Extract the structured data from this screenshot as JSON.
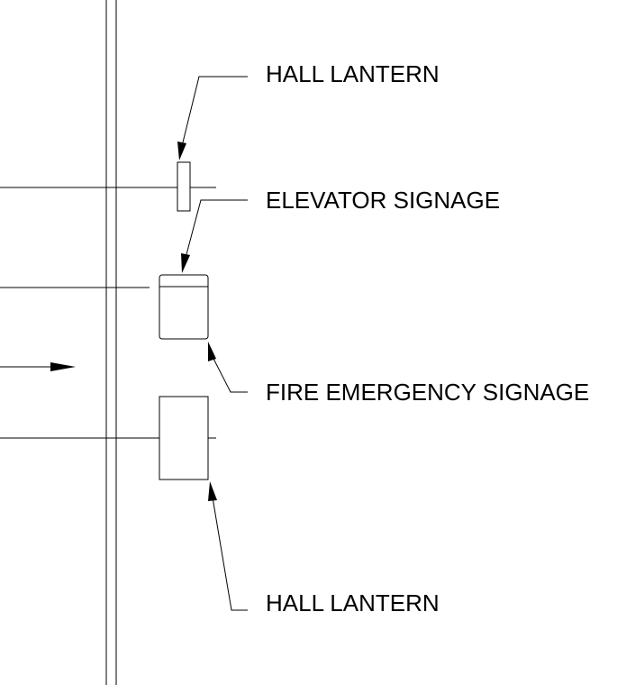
{
  "labels": {
    "hall_lantern_top": "HALL LANTERN",
    "elevator_signage": "ELEVATOR SIGNAGE",
    "fire_emergency_signage": "FIRE EMERGENCY SIGNAGE",
    "hall_lantern_bottom": "HALL LANTERN"
  },
  "colors": {
    "line": "#000000",
    "background": "#ffffff"
  }
}
